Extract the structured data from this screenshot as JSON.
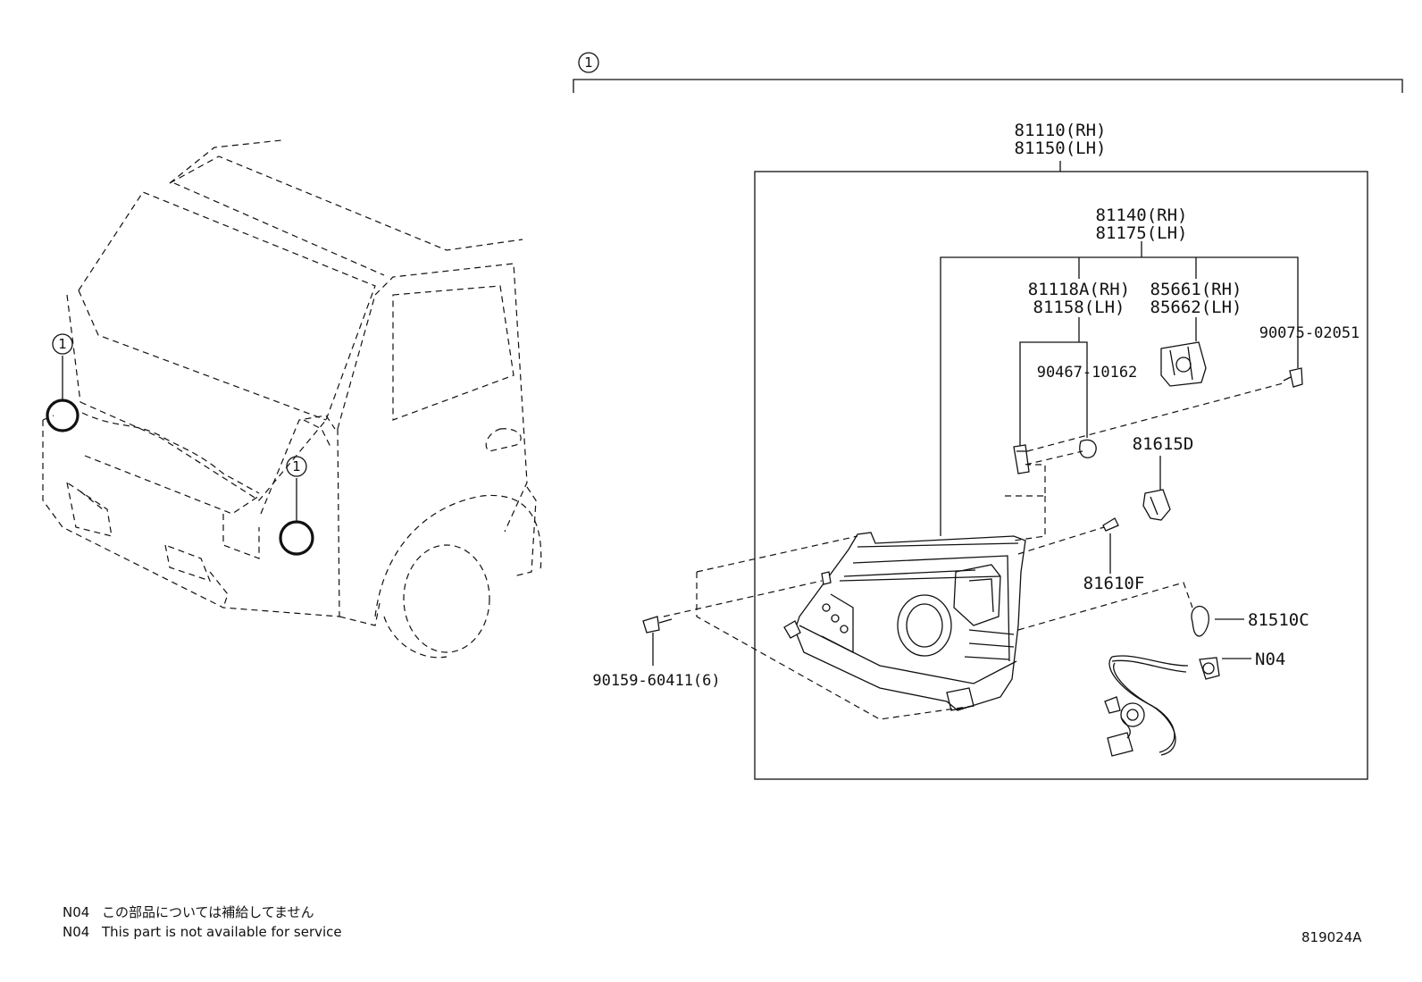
{
  "callout": "1",
  "labels": {
    "assembly_rh": "81110(RH)",
    "assembly_lh": "81150(LH)",
    "unit_rh": "81140(RH)",
    "unit_lh": "81175(LH)",
    "socket_rh": "81118A(RH)",
    "socket_lh": "81158(LH)",
    "ballast_rh": "85661(RH)",
    "ballast_lh": "85662(LH)",
    "screw_90075": "90075-02051",
    "clip_90467": "90467-10162",
    "socket_81615d": "81615D",
    "lens_81610f": "81610F",
    "bulb_81510c": "81510C",
    "wire_n04": "N04",
    "bolt_90159": "90159-60411(6)"
  },
  "notes": [
    {
      "code": "N04",
      "text": "この部品については補給してません"
    },
    {
      "code": "N04",
      "text": "This part is not available for service"
    }
  ],
  "figure_number": "819024A"
}
